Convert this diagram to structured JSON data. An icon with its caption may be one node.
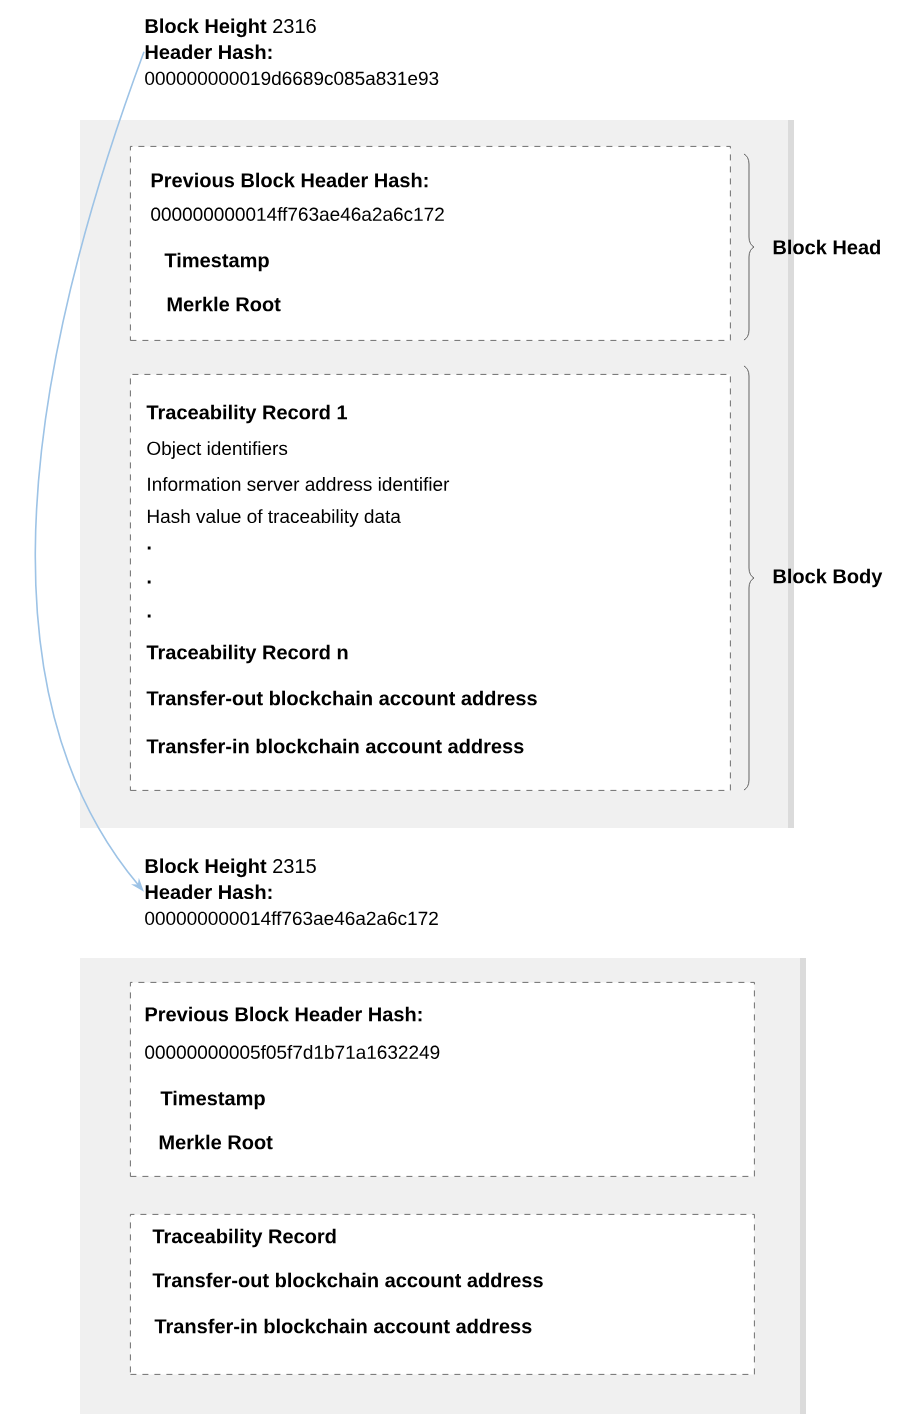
{
  "diagram": {
    "nodes": [
      {
        "text": [
          "**Block Height** 2316",
          "Header Hash:",
          "000000000019d6689c085a831e93"
        ]
      },
      {
        "text": [
          "Previous Block Header Hash:",
          "000000000014ff763ae46a2a6c172",
          "Timestamp",
          "Merkle Root"
        ],
        "in": 0
      },
      {
        "text": [
          "Traceability Record 1",
          "Object identifiers",
          "Information server address identifier",
          "Hash value of traceability data",
          ".",
          ".",
          ".",
          "Traceability Record n",
          "Transfer-out blockchain account address",
          "Transfer-in blockchain account address"
        ],
        "in": 0
      },
      {
        "text": [
          "**Block Height** 2315",
          "Header Hash:",
          "000000000014ff763ae46a2a6c172"
        ]
      },
      {
        "text": [
          "Previous Block Header Hash:",
          "00000000005f05f7d1b71a1632249",
          "Timestamp",
          "Merkle Root"
        ],
        "in": 3
      },
      {
        "text": [
          "Traceability Record",
          "Transfer-out blockchain account address",
          "Transfer-in blockchain account address"
        ],
        "in": 3
      }
    ],
    "edges": [
      {
        "from": 0,
        "to": 3,
        "arrow": "to",
        "color": "#9dc3e6"
      }
    ],
    "labels": [
      "Block Head",
      "Block Body"
    ]
  }
}
